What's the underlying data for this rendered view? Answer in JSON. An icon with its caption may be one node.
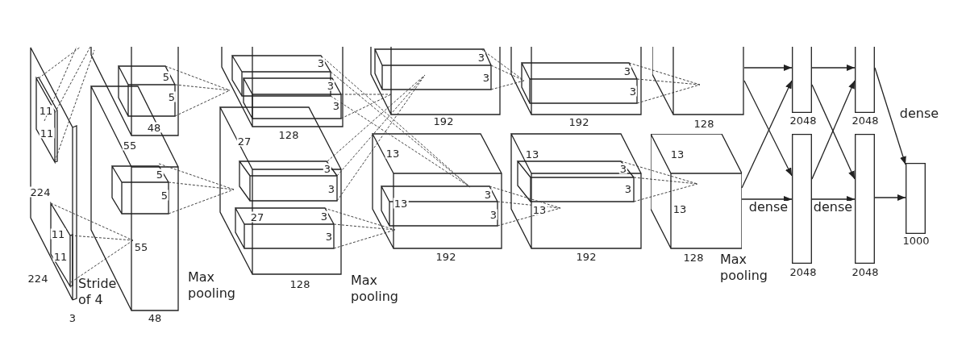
{
  "diagram": {
    "nodes": [
      {
        "text": [],
        "shape": "box",
        "beside": [
          "128"
        ]
      },
      {
        "text": [
          "13",
          "13"
        ],
        "beside": [
          "128"
        ]
      },
      {
        "text": [],
        "shape": "bar",
        "beside": [
          "2048"
        ]
      },
      {
        "text": [],
        "shape": "bar",
        "beside": [
          "2048"
        ]
      },
      {
        "text": [],
        "shape": "bar",
        "beside": [
          "2048"
        ]
      },
      {
        "text": [],
        "shape": "bar",
        "beside": [
          "2048"
        ]
      },
      {
        "text": [],
        "shape": "bar",
        "beside": [
          "1000"
        ]
      }
    ],
    "edges": [
      {
        "from": 0,
        "to": 2,
        "arrow": "to"
      },
      {
        "from": 0,
        "to": 3,
        "arrow": "to"
      },
      {
        "from": 1,
        "to": 2,
        "arrow": "to"
      },
      {
        "from": 1,
        "to": 3,
        "arrow": "to",
        "label": "dense"
      },
      {
        "from": 2,
        "to": 4,
        "arrow": "to"
      },
      {
        "from": 2,
        "to": 5,
        "arrow": "to"
      },
      {
        "from": 3,
        "to": 4,
        "arrow": "to"
      },
      {
        "from": 3,
        "to": 5,
        "arrow": "to",
        "label": "dense"
      },
      {
        "from": 4,
        "to": 6,
        "arrow": "to",
        "label": "dense"
      },
      {
        "from": 5,
        "to": 6,
        "arrow": "to"
      }
    ],
    "labels": [
      "11",
      "11",
      "224",
      "11",
      "11",
      "224",
      "Stride of 4",
      "3",
      "5",
      "5",
      "48",
      "55",
      "5",
      "5",
      "55",
      "48",
      "Max pooling",
      "3",
      "3",
      "3",
      "128",
      "27",
      "3",
      "3",
      "27",
      "3",
      "3",
      "128",
      "Max pooling",
      "3",
      "3",
      "192",
      "13",
      "13",
      "3",
      "3",
      "192",
      "3",
      "3",
      "192",
      "13",
      "3",
      "3",
      "13",
      "192",
      "Max pooling"
    ]
  }
}
